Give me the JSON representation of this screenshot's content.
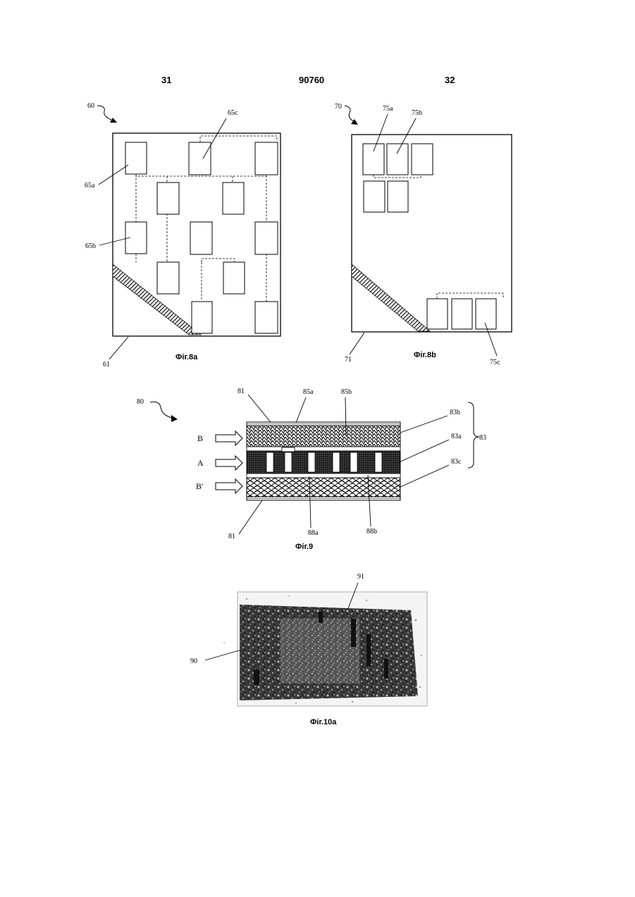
{
  "header": {
    "left_page": "31",
    "doc_number": "90760",
    "right_page": "32"
  },
  "fig8a": {
    "caption": "Фіг.8a",
    "ref_main": "60",
    "ref_corner": "61",
    "ref_a": "65a",
    "ref_b": "65b",
    "ref_c": "65c"
  },
  "fig8b": {
    "caption": "Фіг.8b",
    "ref_main": "70",
    "ref_corner": "71",
    "ref_a": "75a",
    "ref_b": "75b",
    "ref_c": "75c"
  },
  "fig9": {
    "caption": "Фіг.9",
    "ref_main": "80",
    "ref_top": "81",
    "ref_bottom": "81",
    "ref_85a": "85a",
    "ref_85b": "85b",
    "ref_83b": "83b",
    "ref_83a": "83a",
    "ref_83c": "83c",
    "ref_83": "83",
    "ref_88a": "88a",
    "ref_88b": "88b",
    "arrow_B": "B",
    "arrow_A": "A",
    "arrow_Bp": "B'"
  },
  "fig10a": {
    "caption": "Фіг.10a",
    "ref_90": "90",
    "ref_91": "91"
  }
}
